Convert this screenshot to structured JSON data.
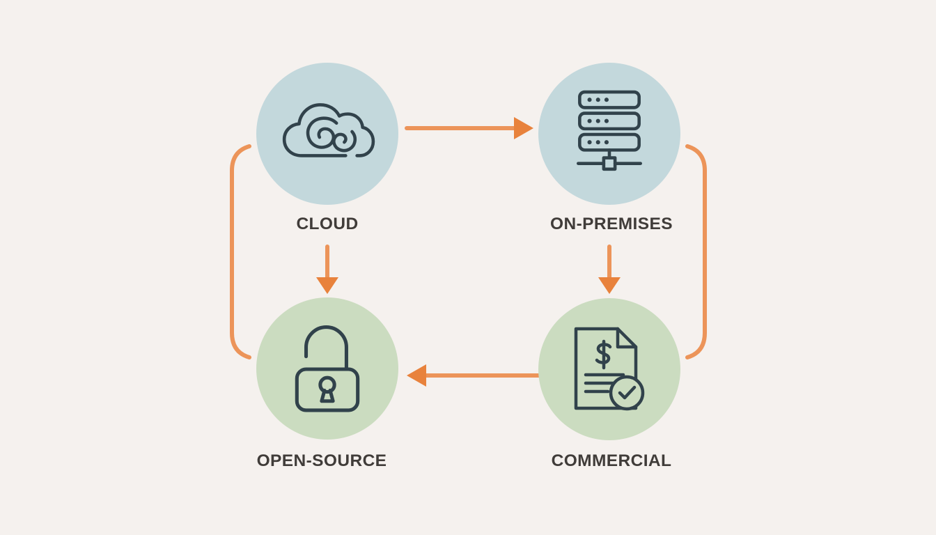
{
  "diagram": {
    "background_color": "#f5f1ee",
    "arrow_line_color": "#ec9459",
    "arrow_head_color": "#e8823c",
    "icon_stroke_color": "#31424b",
    "label_color": "#403c39",
    "nodes": [
      {
        "id": "cloud",
        "label": "CLOUD",
        "icon": "cloud-icon",
        "fill": "#c3d8dc"
      },
      {
        "id": "on-premises",
        "label": "ON-PREMISES",
        "icon": "server-rack-icon",
        "fill": "#c3d8dc"
      },
      {
        "id": "open-source",
        "label": "OPEN-SOURCE",
        "icon": "open-padlock-icon",
        "fill": "#cbdcc0"
      },
      {
        "id": "commercial",
        "label": "COMMERCIAL",
        "icon": "license-document-icon",
        "fill": "#cbdcc0"
      }
    ],
    "edges": [
      {
        "from": "CLOUD",
        "to": "ON-PREMISES",
        "style": "straight-arrow",
        "direction": "right"
      },
      {
        "from": "ON-PREMISES",
        "to": "COMMERCIAL",
        "style": "straight-arrow",
        "direction": "down"
      },
      {
        "from": "COMMERCIAL",
        "to": "OPEN-SOURCE",
        "style": "straight-arrow",
        "direction": "left"
      },
      {
        "from": "CLOUD",
        "to": "OPEN-SOURCE",
        "style": "straight-arrow",
        "direction": "down"
      },
      {
        "from": "CLOUD",
        "to": "OPEN-SOURCE",
        "style": "curved-connector",
        "side": "left"
      },
      {
        "from": "ON-PREMISES",
        "to": "COMMERCIAL",
        "style": "curved-connector",
        "side": "right"
      }
    ]
  }
}
